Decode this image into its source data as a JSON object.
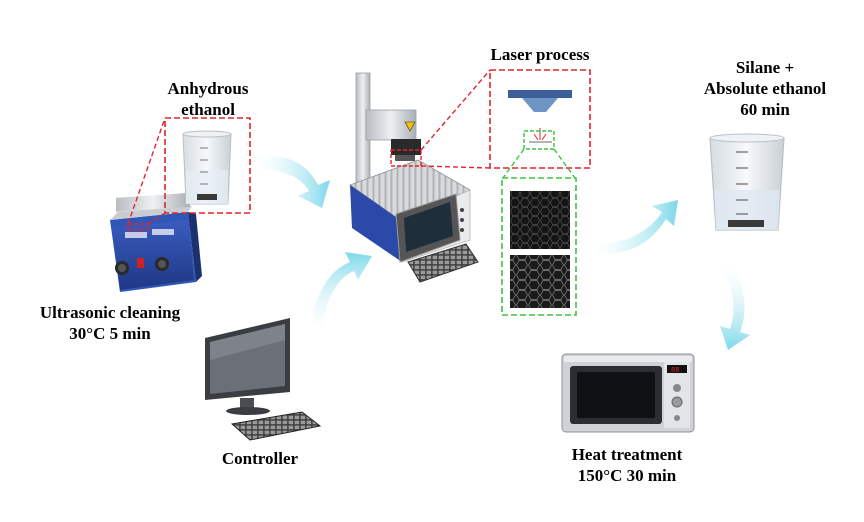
{
  "labels": {
    "anhydrous": [
      "Anhydrous",
      "ethanol"
    ],
    "laser": [
      "Laser process"
    ],
    "silane": [
      "Silane +",
      "Absolute ethanol",
      "60 min"
    ],
    "ultrasonic": [
      "Ultrasonic cleaning",
      "30°C  5 min"
    ],
    "controller": [
      "Controller"
    ],
    "heat": [
      "Heat treatment",
      "150°C  30 min"
    ]
  },
  "icons": [
    "ultrasonic-bath-icon",
    "beaker-icon",
    "laser-marking-machine-icon",
    "laser-head-icon",
    "hexagon-texture-icon",
    "silane-beaker-icon",
    "microwave-oven-icon",
    "monitor-icon",
    "keyboard-icon",
    "flow-arrow-icon"
  ],
  "colors": {
    "red_dash": "#e0252b",
    "green_dash": "#3ec43e",
    "arrow": "#8fe0ee",
    "machine_blue": "#2a49a8"
  }
}
